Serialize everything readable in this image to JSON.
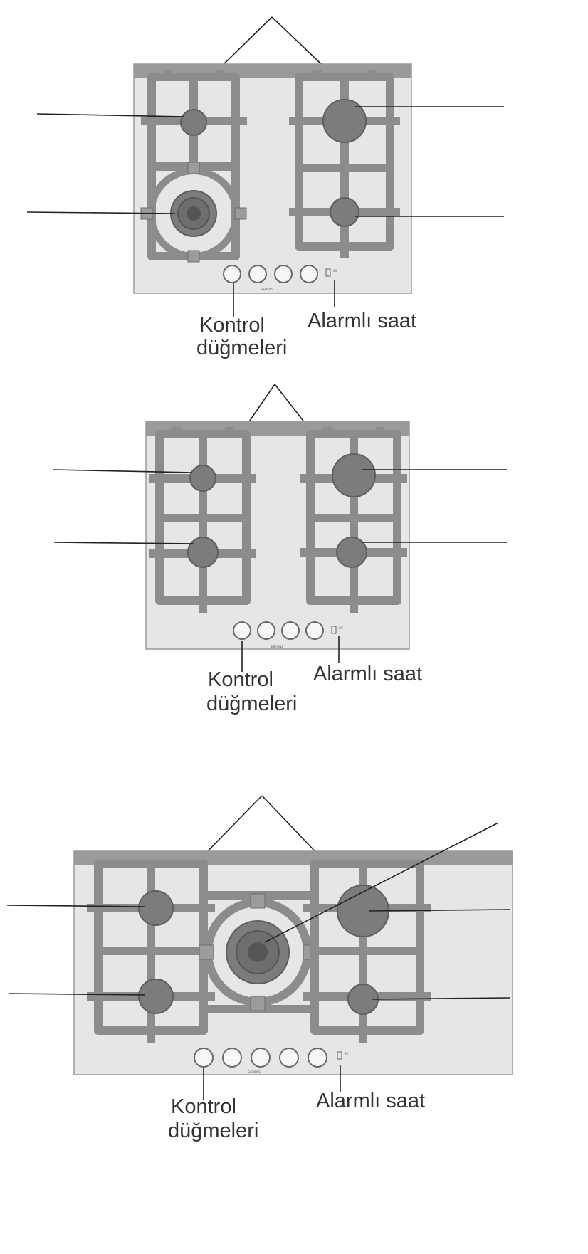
{
  "colors": {
    "panel": "#e6e6e6",
    "back_strip": "#9a9a9a",
    "grate": "#8c8c8c",
    "burner": "#7c7c7c",
    "knob": "#f7f7f7",
    "leader_line": "#222222",
    "label_text": "#333333"
  },
  "hobs": [
    {
      "variant": "hob-4-burner-with-wok",
      "knob_count": 4,
      "brand": "SIEMENS",
      "labels": {
        "controls_line1": "Kontrol",
        "controls_line2": "düğmeleri",
        "timer": "Alarmlı saat"
      }
    },
    {
      "variant": "hob-4-burner",
      "knob_count": 4,
      "brand": "SIEMENS",
      "labels": {
        "controls_line1": "Kontrol",
        "controls_line2": "düğmeleri",
        "timer": "Alarmlı saat"
      }
    },
    {
      "variant": "hob-5-burner-center-wok",
      "knob_count": 5,
      "brand": "SIEMENS",
      "labels": {
        "controls_line1": "Kontrol",
        "controls_line2": "düğmeleri",
        "timer": "Alarmlı saat"
      }
    }
  ]
}
